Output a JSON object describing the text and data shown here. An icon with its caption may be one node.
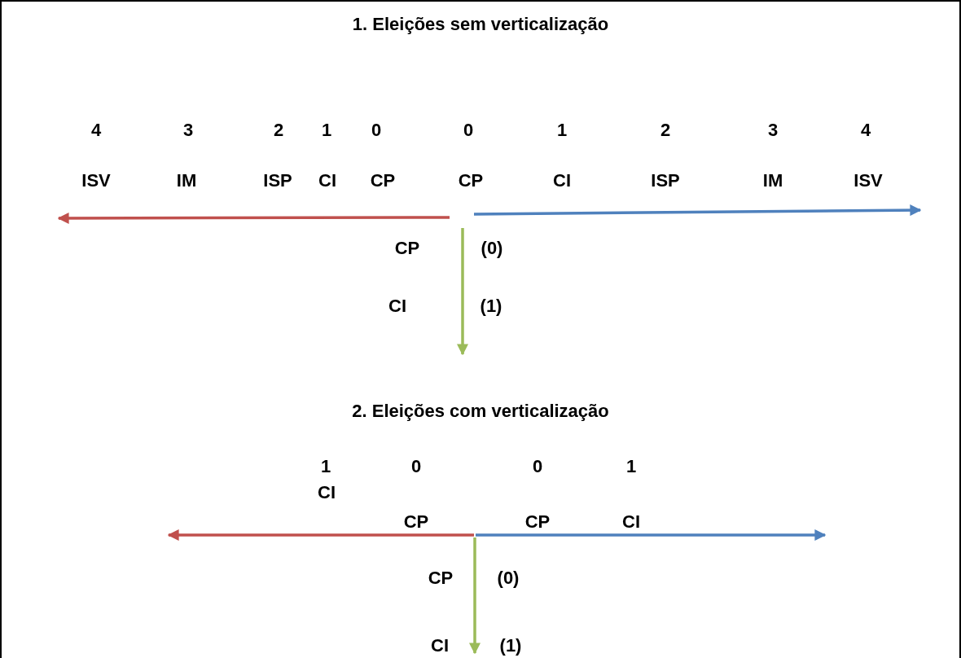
{
  "diagram": {
    "labels": [
      "1.   Eleições sem verticalização",
      "4",
      "3",
      "2",
      "1",
      "0",
      "0",
      "1",
      "2",
      "3",
      "4",
      "ISV",
      "IM",
      "ISP",
      "CI",
      "CP",
      "CP",
      "CI",
      "ISP",
      "IM",
      "ISV",
      "CP",
      "(0)",
      "CI",
      "(1)",
      "2.   Eleições com verticalização",
      "1",
      "0",
      "0",
      "1",
      "CI",
      "CP",
      "CP",
      "CI",
      "CP",
      "(0)",
      "CI",
      "(1)"
    ]
  }
}
